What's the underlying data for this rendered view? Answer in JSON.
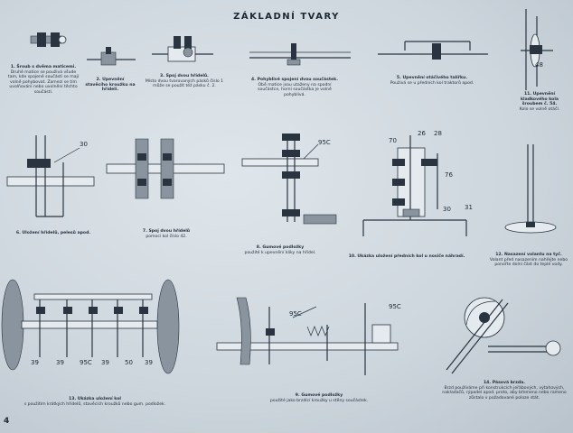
{
  "title": "ZÁKLADNÍ TVARY",
  "page_number": "4",
  "captions": [
    {
      "id": "c1",
      "head": "1. Šroub s dvěma maticemi.",
      "body": "Druhé matice se použivá všude tam, kde spojené součásti se mají volně pohybovat. Zamezí se tím uvolňování nebo uvolnění těchto součástí."
    },
    {
      "id": "c2",
      "head": "2. Upevnění stavěcího kroužku na hřídeli.",
      "body": ""
    },
    {
      "id": "c3",
      "head": "3. Spoj dvou hřídelů.",
      "body": "Místo dvou tvarovaných pásků číslo 1 může se použít též pásku č. 2."
    },
    {
      "id": "c4",
      "head": "4. Pohyblivé spojení dvou součástek.",
      "body": "Obě matice jsou utaženy na spodní součástce, horní součástka je volně pohyblivá."
    },
    {
      "id": "c5",
      "head": "5. Upevnění otáčivého talířku.",
      "body": "Použivá se u předních kol traktorů apod."
    },
    {
      "id": "c11",
      "head": "11. Upevnění kladkového kola šroubem č. 54.",
      "body": "Kolo se volně otáčí."
    },
    {
      "id": "c6",
      "head": "6. Uložení hřídelů, pelesů apod.",
      "body": ""
    },
    {
      "id": "c7",
      "head": "7. Spoj dvou hřídelů",
      "body": "pomocí kol číslo 42."
    },
    {
      "id": "c8",
      "head": "8. Gumové podložky",
      "body": "použité k upevnění kliky na hřídel."
    },
    {
      "id": "c10",
      "head": "10. Ukázka uložení předních kol u nosiče náhradí.",
      "body": ""
    },
    {
      "id": "c12",
      "head": "12. Nasazení volantu na tyč.",
      "body": "Volant před nasazením nahřejte nebo ponořte dolní část do teplé vody."
    },
    {
      "id": "c13",
      "head": "13. Ukázka uložení kol",
      "body": "s použitím krátkých hřídelů, stavěcích kroužků nebo gum. podložek."
    },
    {
      "id": "c9",
      "head": "9. Gumové podložky",
      "body": "použité jako brzdící kroužky u stěny součástek."
    },
    {
      "id": "c14",
      "head": "14. Pásová brzda.",
      "body": "Brzd používáme při konstrukcích jeřábových, výtahových, nakladačů, rýpadel apod. proto, aby břemeno nebo rameno zůstalo v požadované poloze stát."
    }
  ],
  "labels": {
    "l30a": "30",
    "l95a": "95C",
    "l70": "70",
    "l26": "26",
    "l28": "28",
    "l76": "76",
    "l30b": "30",
    "l31": "31",
    "l48": "48",
    "l39a": "39",
    "l39b": "39",
    "l95b": "95C",
    "l39c": "39",
    "l50": "50",
    "l39d": "39",
    "l95c": "95C",
    "l95d": "95C"
  }
}
